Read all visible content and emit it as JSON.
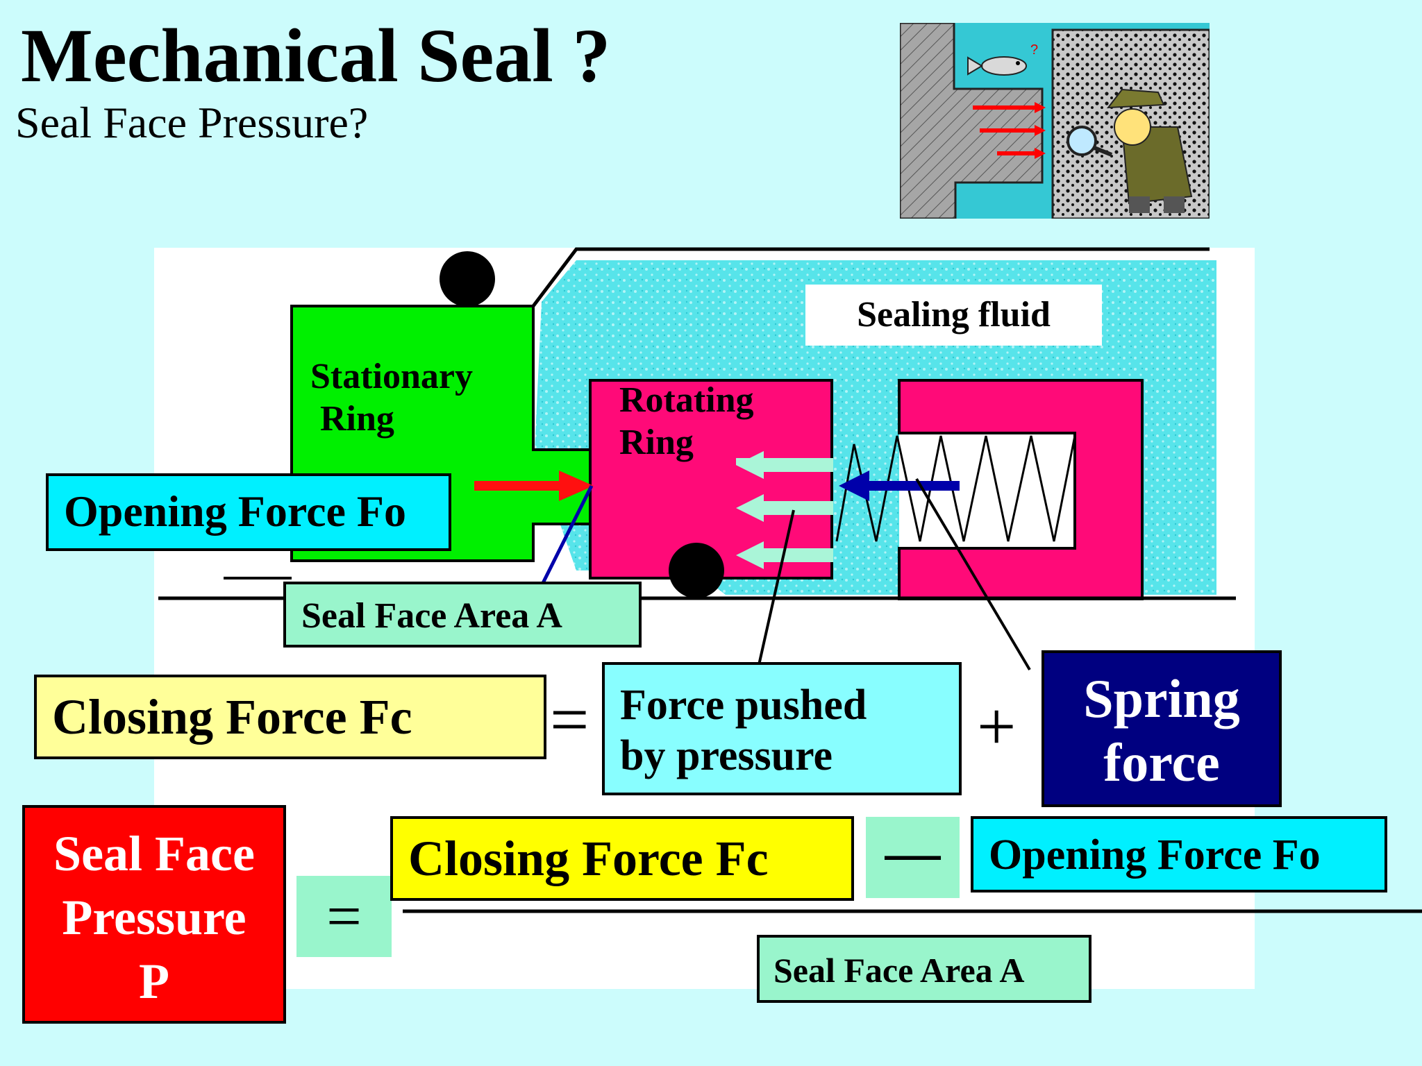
{
  "title": "Mechanical Seal ?",
  "subtitle": "Seal Face Pressure?",
  "diagram": {
    "sealing_fluid": "Sealing fluid",
    "stationary_ring": [
      "Stationary",
      "Ring"
    ],
    "rotating_ring": [
      "Rotating",
      "Ring"
    ],
    "opening_force_label": "Opening Force Fo",
    "seal_face_area_label": "Seal Face Area A"
  },
  "equation1": {
    "closing_force": "Closing Force Fc",
    "equals": "=",
    "pressure_force": [
      "Force pushed",
      "by pressure"
    ],
    "plus": "+",
    "spring_force": [
      "Spring",
      "force"
    ]
  },
  "equation2": {
    "result": [
      "Seal Face",
      "Pressure",
      "P"
    ],
    "equals": "=",
    "closing_force": "Closing Force Fc",
    "minus": "—",
    "opening_force": "Opening Force Fo",
    "denominator": "Seal Face Area A"
  },
  "colors": {
    "background": "#ccfcfc",
    "stationary_ring": "#00f000",
    "rotating_ring": "#ff0a78",
    "fluid": "#4fe3ea",
    "cyan_box": "#00f0ff",
    "light_green_box": "#99f5cc",
    "light_yellow_box": "#ffff99",
    "yellow_box": "#ffff00",
    "light_cyan_box": "#88feff",
    "navy_box": "#000080",
    "red_box": "#ff0000",
    "opening_arrow": "#ff1010",
    "spring_arrow": "#0000aa",
    "pressure_arrows": "#aaf5d8"
  },
  "icons": [
    "detective-illustration",
    "fish-illustration",
    "magnifier-icon"
  ]
}
